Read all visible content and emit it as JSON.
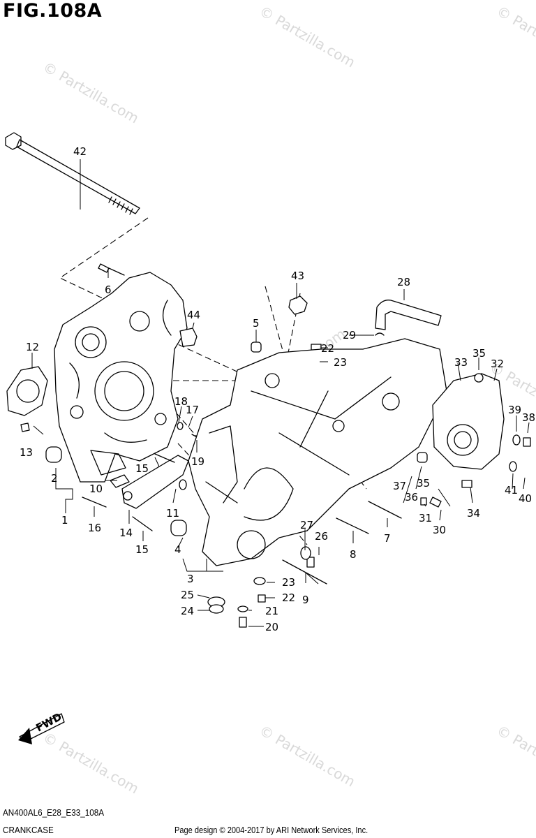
{
  "figure": {
    "title": "FIG.108A",
    "code": "AN400AL6_E28_E33_108A",
    "name": "CRANKCASE",
    "credit": "Page design © 2004-2017 by ARI Network Services, Inc.",
    "fwd_label": "FWD",
    "watermark": "© Partzilla.com"
  },
  "parts": [
    {
      "num": "1"
    },
    {
      "num": "2"
    },
    {
      "num": "3"
    },
    {
      "num": "4"
    },
    {
      "num": "5"
    },
    {
      "num": "6"
    },
    {
      "num": "7"
    },
    {
      "num": "8"
    },
    {
      "num": "9"
    },
    {
      "num": "10"
    },
    {
      "num": "11"
    },
    {
      "num": "12"
    },
    {
      "num": "13"
    },
    {
      "num": "14"
    },
    {
      "num": "15"
    },
    {
      "num": "15"
    },
    {
      "num": "16"
    },
    {
      "num": "17"
    },
    {
      "num": "18"
    },
    {
      "num": "19"
    },
    {
      "num": "20"
    },
    {
      "num": "21"
    },
    {
      "num": "22"
    },
    {
      "num": "22"
    },
    {
      "num": "23"
    },
    {
      "num": "23"
    },
    {
      "num": "24"
    },
    {
      "num": "25"
    },
    {
      "num": "26"
    },
    {
      "num": "27"
    },
    {
      "num": "28"
    },
    {
      "num": "29"
    },
    {
      "num": "30"
    },
    {
      "num": "31"
    },
    {
      "num": "32"
    },
    {
      "num": "33"
    },
    {
      "num": "34"
    },
    {
      "num": "35"
    },
    {
      "num": "35"
    },
    {
      "num": "36"
    },
    {
      "num": "37"
    },
    {
      "num": "38"
    },
    {
      "num": "39"
    },
    {
      "num": "40"
    },
    {
      "num": "41"
    },
    {
      "num": "42"
    },
    {
      "num": "43"
    },
    {
      "num": "44"
    }
  ]
}
